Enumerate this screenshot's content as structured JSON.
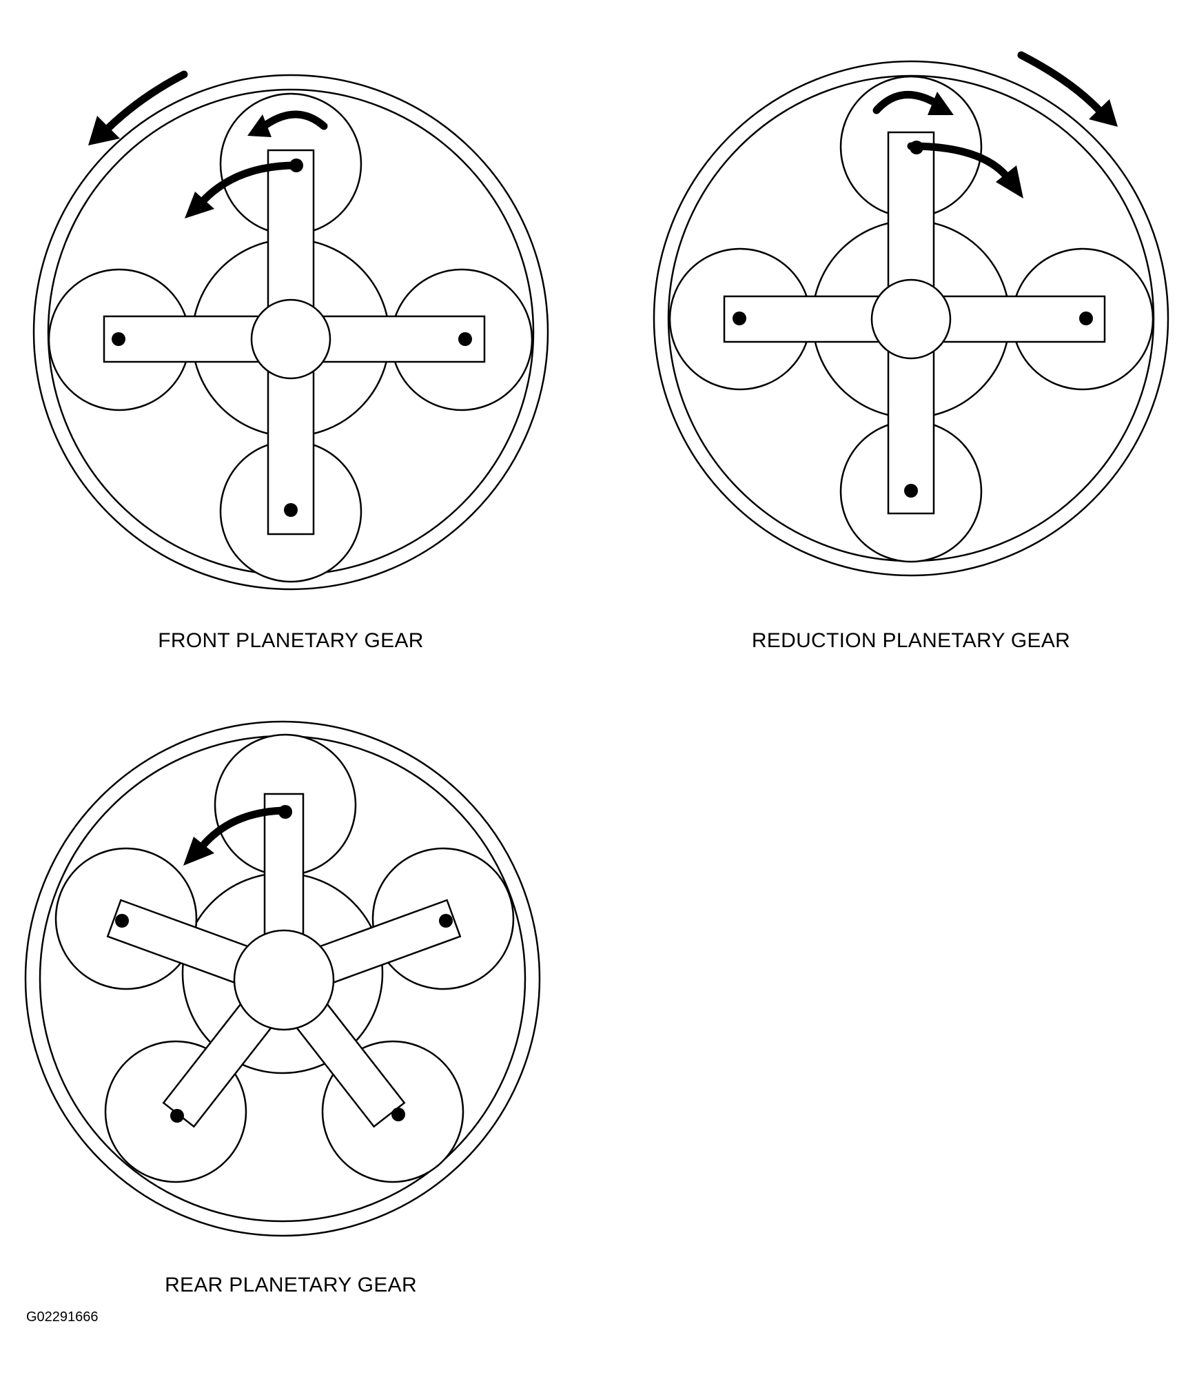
{
  "captions": {
    "front": "FRONT PLANETARY GEAR",
    "reduction": "REDUCTION PLANETARY GEAR",
    "rear": "REAR PLANETARY GEAR"
  },
  "figure_id": "G02291666",
  "colors": {
    "line": "#000000",
    "background": "#ffffff"
  },
  "icons": [
    "rotation-arrow-icon",
    "pinion-pin-icon"
  ]
}
